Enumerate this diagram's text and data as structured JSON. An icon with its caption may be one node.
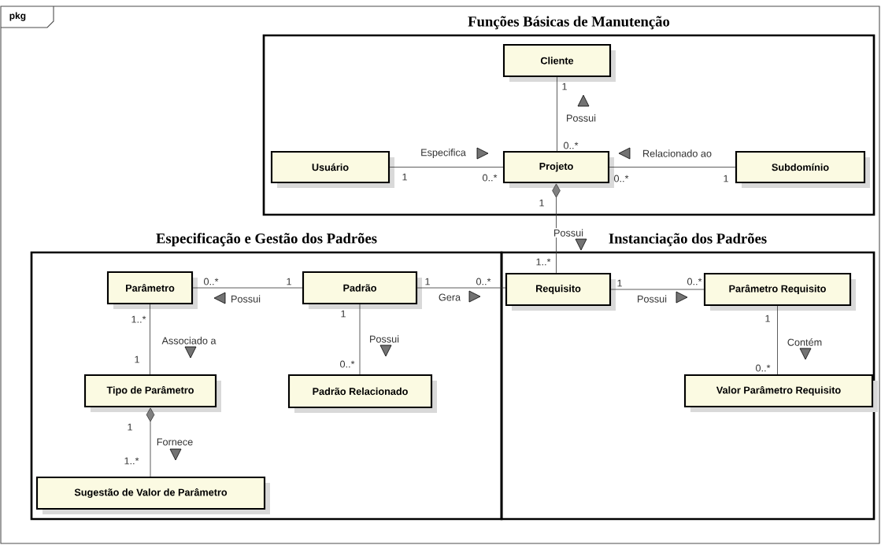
{
  "diagram": {
    "nodes": [
      {
        "text": [
          "pkg"
        ]
      },
      {
        "text": [
          "Funções Básicas de Manutenção"
        ],
        "in": 0
      },
      {
        "text": [
          "Cliente"
        ],
        "in": 1
      },
      {
        "text": [
          "Usuário"
        ],
        "in": 1
      },
      {
        "text": [
          "Projeto"
        ],
        "in": 1
      },
      {
        "text": [
          "Subdomínio"
        ],
        "in": 1
      },
      {
        "text": [
          "Especificação e Gestão dos Padrões"
        ],
        "in": 0
      },
      {
        "text": [
          "Parâmetro"
        ],
        "in": 6
      },
      {
        "text": [
          "Padrão"
        ],
        "in": 6
      },
      {
        "text": [
          "Tipo de Parâmetro"
        ],
        "in": 6
      },
      {
        "text": [
          "Padrão Relacionado"
        ],
        "in": 6
      },
      {
        "text": [
          "Sugestão de Valor de Parâmetro"
        ],
        "in": 6
      },
      {
        "text": [
          "Instanciação dos Padrões"
        ],
        "in": 0
      },
      {
        "text": [
          "Requisito"
        ],
        "in": 12
      },
      {
        "text": [
          "Parâmetro Requisito"
        ],
        "in": 12
      },
      {
        "text": [
          "Valor Parâmetro Requisito"
        ],
        "in": 12
      }
    ],
    "edges": [
      {
        "from": 2,
        "to": 4,
        "arrow": "none",
        "label": "Possui"
      },
      {
        "from": 3,
        "to": 4,
        "arrow": "none",
        "label": "Especifica"
      },
      {
        "from": 4,
        "to": 5,
        "arrow": "none",
        "label": "Relacionado ao"
      },
      {
        "from": 4,
        "to": 13,
        "arrow": "other",
        "label": "Possui"
      },
      {
        "from": 7,
        "to": 8,
        "arrow": "none",
        "label": "Possui"
      },
      {
        "from": 8,
        "to": 13,
        "arrow": "none",
        "label": "Gera"
      },
      {
        "from": 7,
        "to": 9,
        "arrow": "none",
        "label": "Associado a"
      },
      {
        "from": 8,
        "to": 10,
        "arrow": "none",
        "label": "Possui"
      },
      {
        "from": 9,
        "to": 11,
        "arrow": "other",
        "label": "Fornece"
      },
      {
        "from": 13,
        "to": 14,
        "arrow": "none",
        "label": "Possui"
      },
      {
        "from": 14,
        "to": 15,
        "arrow": "none",
        "label": "Contém"
      }
    ],
    "labels": [
      "1",
      "0..*",
      "1",
      "0..*",
      "0..*",
      "1",
      "1",
      "1..*",
      "0..*",
      "1",
      "1",
      "0..*",
      "1",
      "0..*",
      "1..*",
      "1",
      "1",
      "1",
      "0..*",
      "0..*",
      "1",
      "1..*"
    ]
  }
}
